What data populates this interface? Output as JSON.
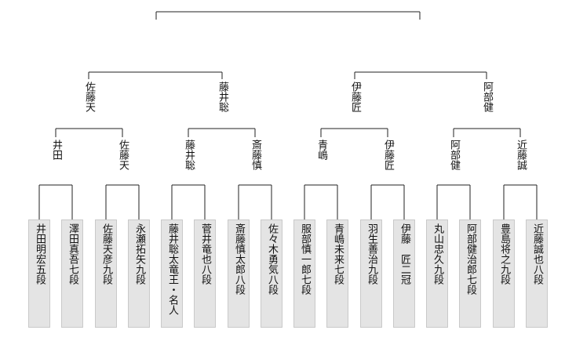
{
  "players": [
    "井田明宏五段",
    "澤田真吾七段",
    "佐藤天彦九段",
    "永瀬拓矢九段",
    "藤井聡太竜王・名人",
    "菅井竜也八段",
    "斎藤慎太郎八段",
    "佐々木勇気八段",
    "服部慎一郎七段",
    "青嶋未来七段",
    "羽生善治九段",
    "伊藤　匠二冠",
    "丸山忠久九段",
    "阿部健治郎七段",
    "豊島将之九段",
    "近藤誠也八段"
  ],
  "round2": [
    "井田",
    "佐藤天",
    "藤井聡",
    "斎藤慎",
    "青嶋",
    "伊藤匠",
    "阿部健",
    "近藤誠"
  ],
  "round3": [
    "佐藤天",
    "藤井聡",
    "伊藤匠",
    "阿部健"
  ],
  "round4": [
    "",
    ""
  ],
  "final": ""
}
